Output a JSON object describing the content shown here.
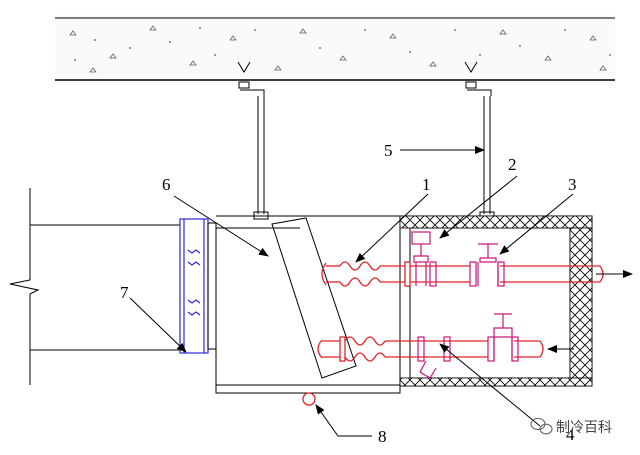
{
  "labels": {
    "l1": "1",
    "l2": "2",
    "l3": "3",
    "l4": "4",
    "l5": "5",
    "l6": "6",
    "l7": "7",
    "l8": "8"
  },
  "watermark": {
    "text": "制冷百科",
    "icon": "wechat-icon"
  },
  "colors": {
    "line": "#000000",
    "pipe": "#e0242a",
    "valve": "#c8187a",
    "connector": "#2b2bd6",
    "ceiling_fill": "#fafafa"
  }
}
